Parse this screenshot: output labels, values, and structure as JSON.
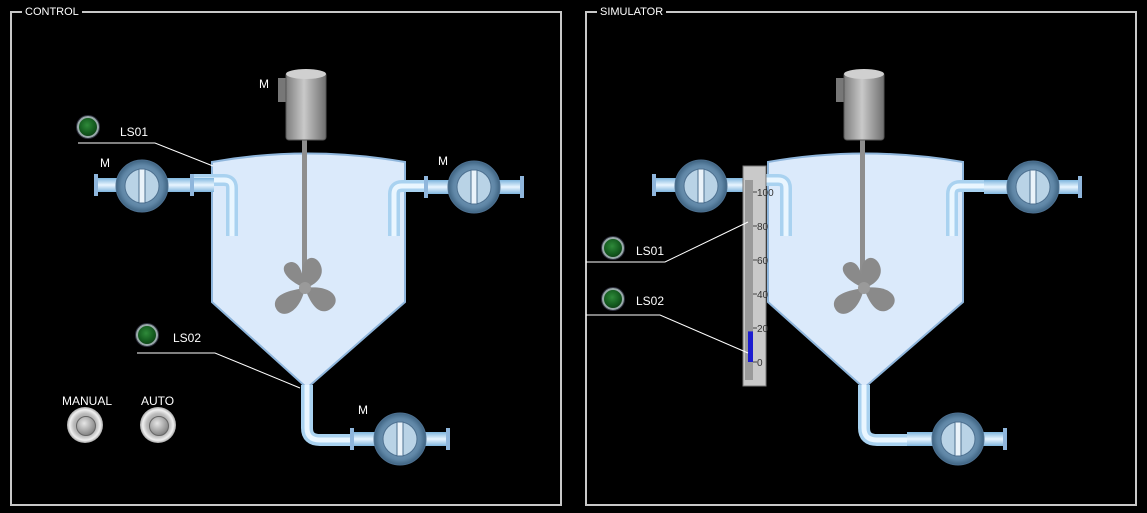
{
  "control": {
    "title": "CONTROL",
    "motor_top_label": "M",
    "pump_left_label": "M",
    "pump_right_label": "M",
    "pump_bottom_label": "M",
    "ls01_label": "LS01",
    "ls02_label": "LS02",
    "manual_label": "MANUAL",
    "auto_label": "AUTO"
  },
  "simulator": {
    "title": "SIMULATOR",
    "ls01_label": "LS01",
    "ls02_label": "LS02",
    "gauge": {
      "ticks": [
        "100",
        "80",
        "60",
        "40",
        "20",
        "0"
      ],
      "level_percent": 18
    }
  },
  "colors": {
    "tank_fill": "#dbeafb",
    "pipe": "#a9d2f0",
    "pump_body": "#5f86a6",
    "lamp_green": "#1f6f2a",
    "gauge_fill": "#1c1cd0"
  }
}
